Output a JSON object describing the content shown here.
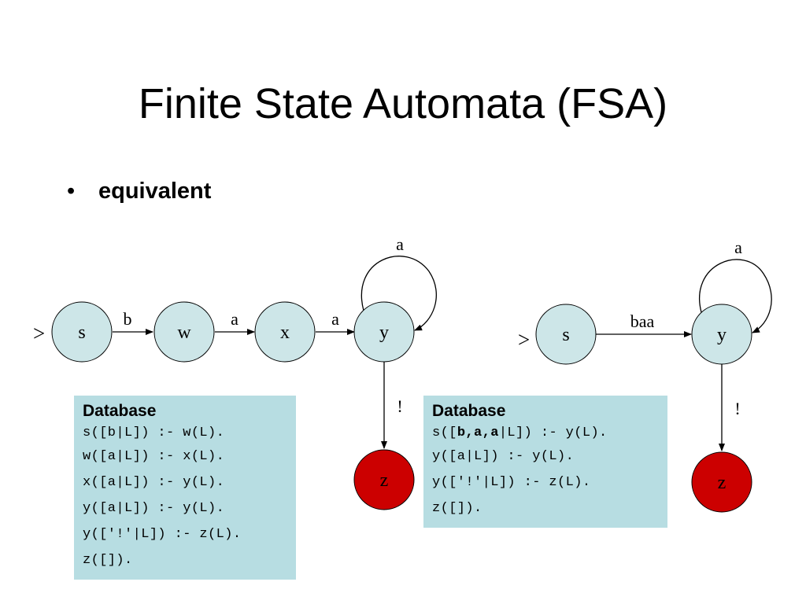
{
  "title": "Finite State Automata (FSA)",
  "bullet": "equivalent",
  "colors": {
    "state_fill": "#cde6e8",
    "final_fill": "#cc0000",
    "db_bg": "#b7dde2"
  },
  "left_fsa": {
    "start_marker": ">",
    "states": {
      "s": "s",
      "w": "w",
      "x": "x",
      "y": "y",
      "z": "z"
    },
    "transitions": {
      "s_w": "b",
      "w_x": "a",
      "x_y": "a",
      "y_loop": "a",
      "y_z": "!"
    }
  },
  "right_fsa": {
    "start_marker": ">",
    "states": {
      "s": "s",
      "y": "y",
      "z": "z"
    },
    "transitions": {
      "s_y": "baa",
      "y_loop": "a",
      "y_z": "!"
    }
  },
  "left_db": {
    "title": "Database",
    "lines": [
      "s([b|L]) :- w(L).",
      "w([a|L]) :- x(L).",
      "x([a|L]) :- y(L).",
      "y([a|L]) :- y(L).",
      "y(['!'|L]) :- z(L).",
      "z([])."
    ]
  },
  "right_db": {
    "title": "Database",
    "line1": {
      "pre": "s([",
      "bold": "b,a,a",
      "post": "|L]) :- y(L)."
    },
    "lines": [
      "y([a|L]) :- y(L).",
      "y(['!'|L]) :- z(L).",
      "z([])."
    ]
  }
}
